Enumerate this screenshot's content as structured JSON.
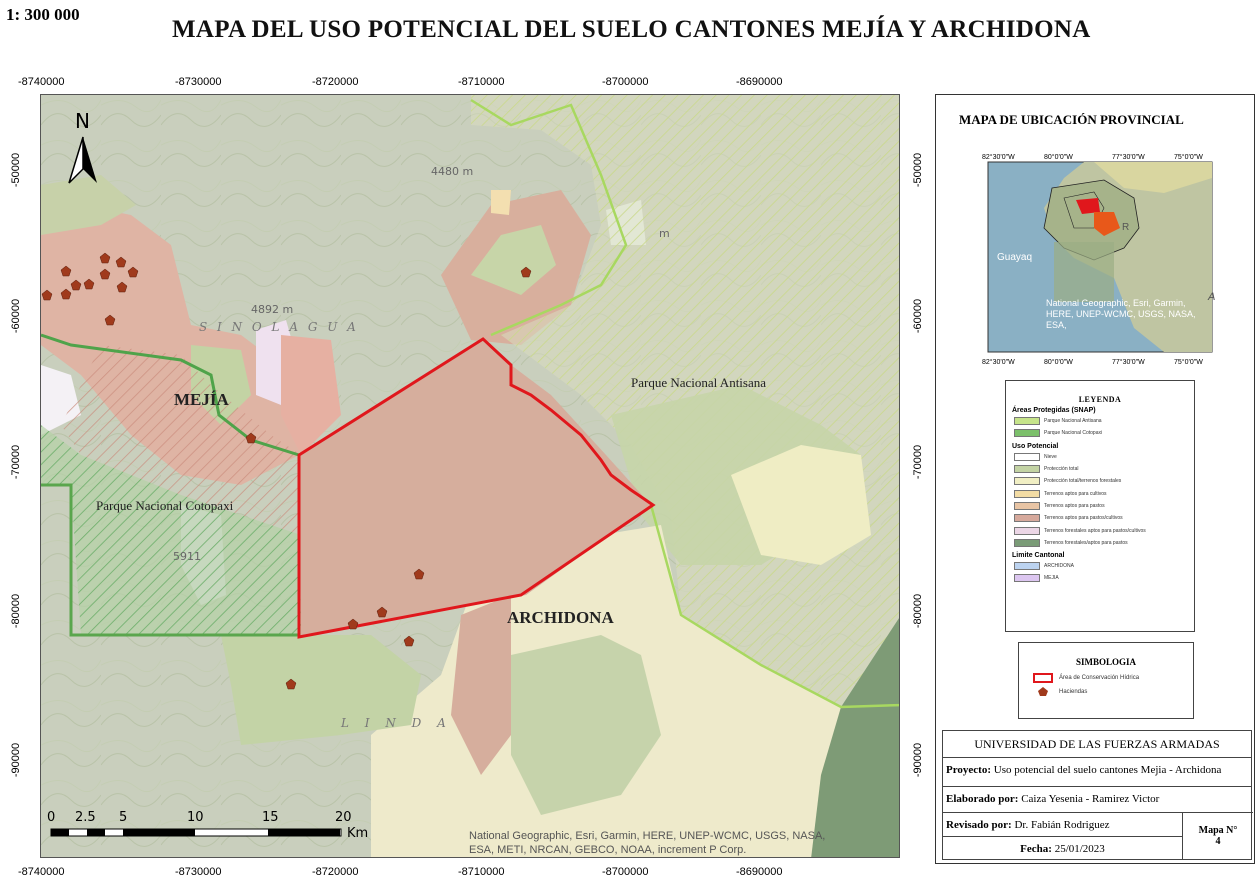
{
  "scale": "1: 300 000",
  "title": "MAPA DEL USO POTENCIAL DEL SUELO CANTONES MEJÍA Y ARCHIDONA",
  "axis": {
    "x_ticks": [
      "-8740000",
      "-8730000",
      "-8720000",
      "-8710000",
      "-8700000",
      "-8690000"
    ],
    "y_ticks": [
      "-50000",
      "-60000",
      "-70000",
      "-80000",
      "-90000"
    ]
  },
  "map": {
    "north_label": "N",
    "labels": {
      "mejia": "MEJÍA",
      "archidona": "ARCHIDONA",
      "cotopaxi": "Parque Nacional Cotopaxi",
      "antisana": "Parque Nacional Antisana",
      "peak_4480": "4480 m",
      "peak_4892": "4892 m",
      "peak_5911": "5911",
      "peak_m": "m",
      "sincholagua": "S I N      O L A G U A",
      "linda": "L I N D A"
    },
    "scalebar": {
      "ticks": [
        "0",
        "2.5",
        "5",
        "10",
        "15",
        "20"
      ],
      "unit": "Km"
    },
    "attribution_line1": "National Geographic, Esri, Garmin, HERE, UNEP-WCMC, USGS, NASA,",
    "attribution_line2": "ESA, METI, NRCAN, GEBCO, NOAA, increment P Corp."
  },
  "location_map": {
    "title": "MAPA DE UBICACIÓN PROVINCIAL",
    "top_ticks": [
      "82°30'0\"W",
      "80°0'0\"W",
      "77°30'0\"W",
      "75°0'0\"W"
    ],
    "bottom_ticks": [
      "82°30'0\"W",
      "80°0'0\"W",
      "77°30'0\"W",
      "75°0'0\"W"
    ],
    "city": "Guayaq",
    "country_fragment": "R",
    "attribution": "National Geographic, Esri, Garmin, HERE, UNEP-WCMC, USGS, NASA, ESA,",
    "letter_a": "A"
  },
  "legend": {
    "title": "LEYENDA",
    "sections": [
      {
        "heading": "Áreas Protegidas (SNAP)",
        "items": [
          {
            "label": "Parque Nacional Antisana",
            "color": "#c6e48a"
          },
          {
            "label": "Parque Nacional Cotopaxi",
            "color": "#7cc06b"
          }
        ]
      },
      {
        "heading": "Uso Potencial",
        "items": [
          {
            "label": "Nieve",
            "color": "#ffffff"
          },
          {
            "label": "Protección total",
            "color": "#c3d3a4"
          },
          {
            "label": "Protección total/terrenos forestales",
            "color": "#f1efc4"
          },
          {
            "label": "Terrenos aptos para cultivos",
            "color": "#f3dca4"
          },
          {
            "label": "Terrenos aptos para pastos",
            "color": "#e8c4a4"
          },
          {
            "label": "Terrenos aptos para pastos/cultivos",
            "color": "#d6a99c"
          },
          {
            "label": "Terrenos forestales aptos para pastos/cultivos",
            "color": "#ecd6e6"
          },
          {
            "label": "Terrenos forestales/aptos para pastos",
            "color": "#7a9b77"
          }
        ]
      },
      {
        "heading": "Limite Cantonal",
        "items": [
          {
            "label": "ARCHIDONA",
            "color": "#bcd3f0"
          },
          {
            "label": "MEJIA",
            "color": "#dcc6f0"
          }
        ]
      }
    ]
  },
  "symbology": {
    "title": "SIMBOLOGIA",
    "items": [
      {
        "label": "Área de Conservación Hídrica",
        "color": "#e0171c"
      },
      {
        "label": "Haciendas",
        "color": "#a03a1c"
      }
    ]
  },
  "info": {
    "university": "UNIVERSIDAD DE LAS FUERZAS ARMADAS",
    "project_label": "Proyecto:",
    "project_value": "Uso potencial del suelo cantones Mejia - Archidona",
    "author_label": "Elaborado por:",
    "author_value": "Caiza Yesenia - Ramirez Victor",
    "reviewer_label": "Revisado por:",
    "reviewer_value": "Dr. Fabián Rodriguez",
    "map_no_label": "Mapa N°",
    "map_no_value": "4",
    "date_label": "Fecha:",
    "date_value": "25/01/2023"
  }
}
